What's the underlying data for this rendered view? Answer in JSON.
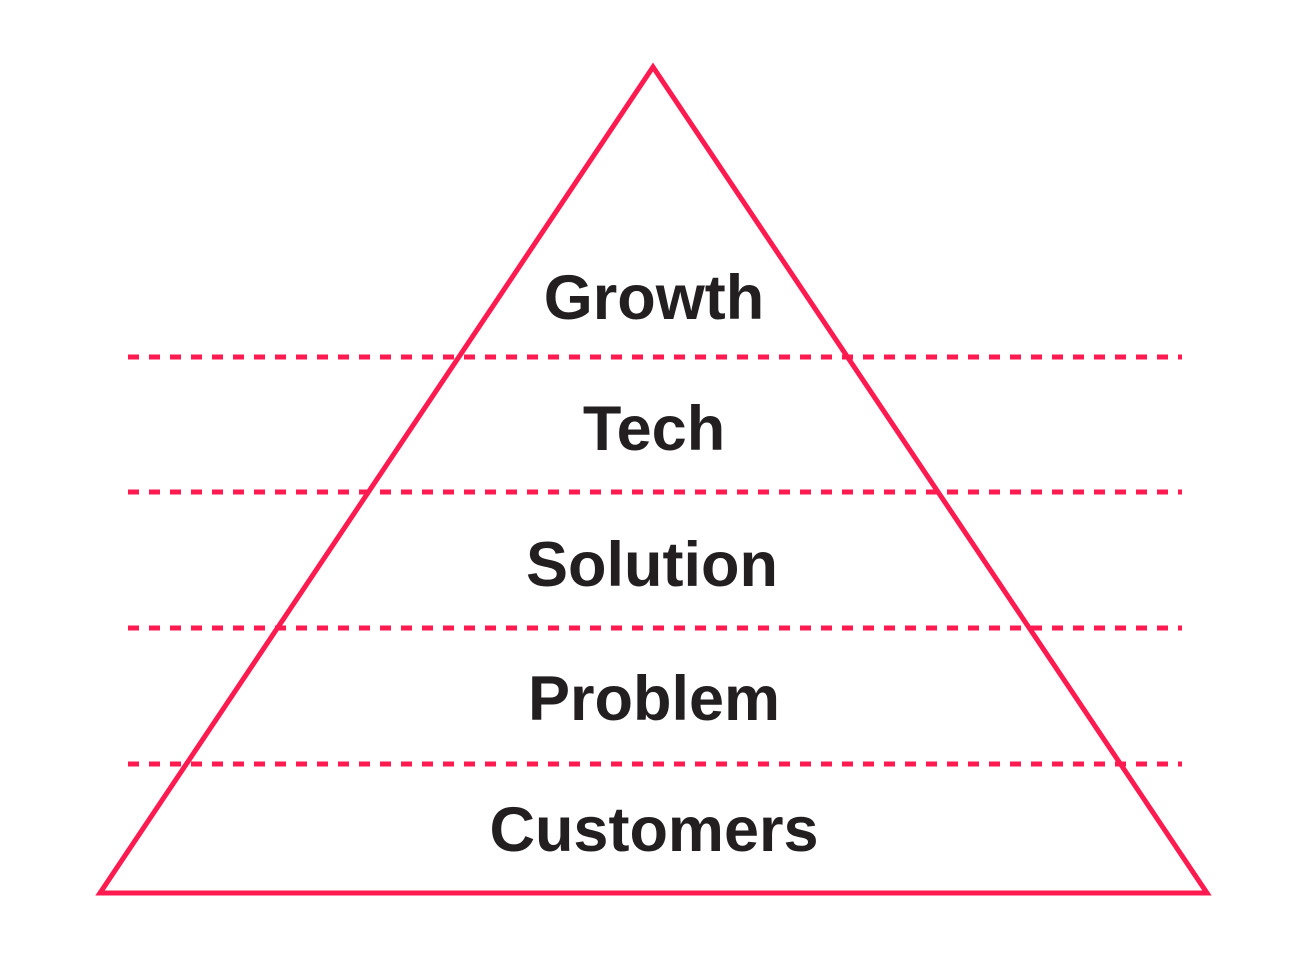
{
  "title": "Pyramid",
  "colors": {
    "accent": "#ff1a50",
    "text": "#231f20"
  },
  "levels": [
    {
      "label": "Growth"
    },
    {
      "label": "Tech"
    },
    {
      "label": "Solution"
    },
    {
      "label": "Problem"
    },
    {
      "label": "Customers"
    }
  ]
}
